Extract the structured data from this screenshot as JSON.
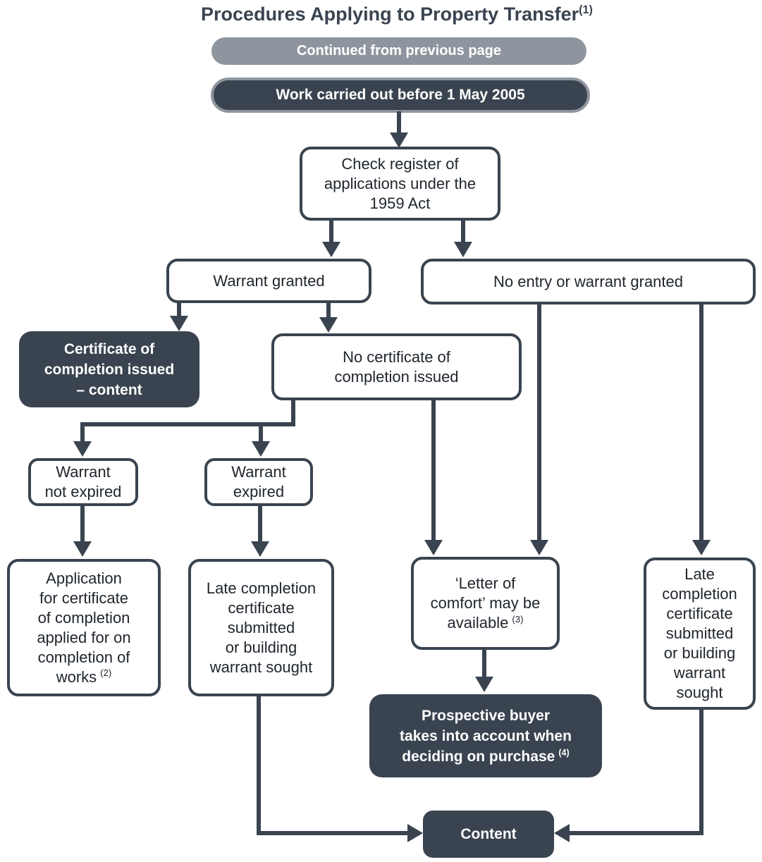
{
  "colors": {
    "dark": "#3A4450",
    "gray": "#8F959E",
    "line": "#3A4450",
    "ink": "#20262E",
    "white": "#FFFFFF"
  },
  "title": {
    "text": "Procedures Applying to Property Transfer",
    "ref": "(1)"
  },
  "nodes": {
    "continued": {
      "label": "Continued from previous page"
    },
    "work_before": {
      "label": "Work carried out before 1 May 2005"
    },
    "check_register": {
      "label": "Check register of\napplications under the\n1959 Act"
    },
    "warrant_granted": {
      "label": "Warrant granted"
    },
    "no_entry": {
      "label": "No entry or warrant granted"
    },
    "cert_issued": {
      "label": "Certificate of\ncompletion issued\n– content"
    },
    "no_cert": {
      "label": "No certificate of\ncompletion issued"
    },
    "warrant_not_expired": {
      "label": "Warrant\nnot expired"
    },
    "warrant_expired": {
      "label": "Warrant\nexpired"
    },
    "application_cert": {
      "label": "Application\nfor certificate\nof completion\napplied for on\ncompletion of\nworks",
      "ref": "(2)"
    },
    "late_completion_left": {
      "label": "Late completion\ncertificate\nsubmitted\nor building\nwarrant sought"
    },
    "letter_comfort": {
      "label": "‘Letter of\ncomfort’ may be\navailable",
      "ref": "(3)"
    },
    "prospective_buyer": {
      "label": "Prospective buyer\ntakes into account when\ndeciding on purchase",
      "ref": "(4)"
    },
    "late_completion_right": {
      "label": "Late\ncompletion\ncertificate\nsubmitted\nor building\nwarrant\nsought"
    },
    "content": {
      "label": "Content"
    }
  }
}
